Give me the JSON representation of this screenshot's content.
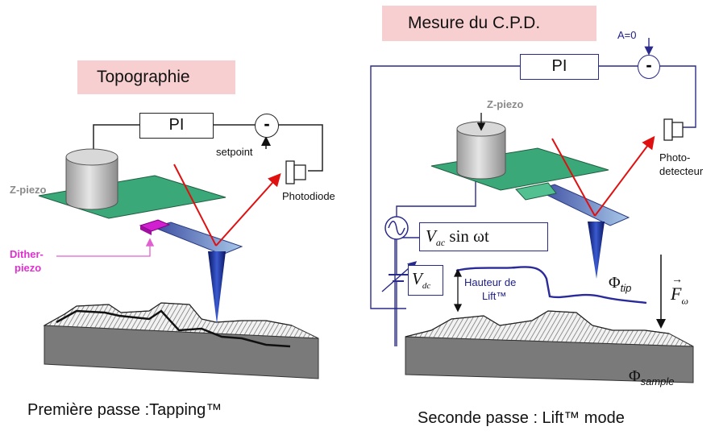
{
  "left_panel": {
    "title": "Topographie",
    "pi": "PI",
    "minus": "-",
    "setpoint": "setpoint",
    "zpiezo": "Z-piezo",
    "photodiode": "Photodiode",
    "dither_line1": "Dither-",
    "dither_line2": "piezo",
    "caption": "Première passe :Tapping™"
  },
  "right_panel": {
    "title": "Mesure du C.P.D.",
    "pi": "PI",
    "minus": "-",
    "a0": "A=0",
    "zpiezo": "Z-piezo",
    "photo_line1": "Photo-",
    "photo_line2": "detecteur",
    "vac_main": "V",
    "vac_sub": "ac",
    "vac_rest": " sin ωt",
    "vdc_main": "V",
    "vdc_sub": "dc",
    "lift_line1": "Hauteur de",
    "lift_line2": "Lift™",
    "phi_tip_main": "Φ",
    "phi_tip_sub": "tip",
    "phi_sample_main": "Φ",
    "phi_sample_sub": "sample",
    "force_main": "F",
    "force_sub": "ω",
    "caption": "Seconde passe : Lift™ mode"
  },
  "colors": {
    "title_bg": "#f8cfd0",
    "laser": "#e01010",
    "cantilever_base": "#3aa878",
    "feedback_line": "#2a2a8a",
    "tip": "#1a2a90",
    "dither": "#d020d0",
    "topo_trace": "#101010",
    "lift_trace": "#2a2a9a"
  }
}
